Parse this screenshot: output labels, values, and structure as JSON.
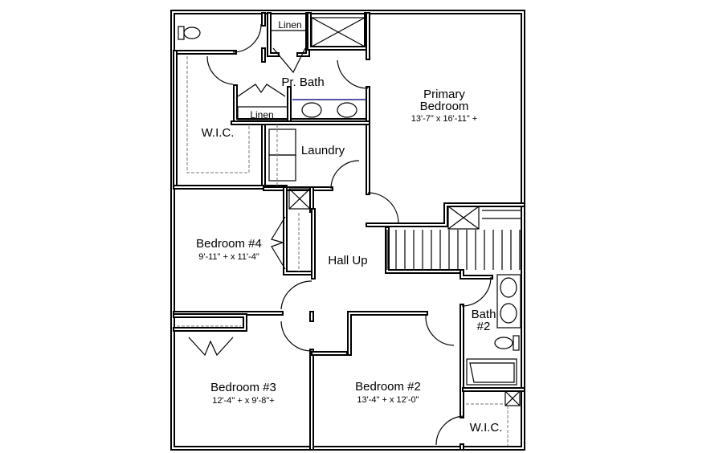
{
  "rooms": {
    "pr_bath": "Pr. Bath",
    "linen_top": "Linen",
    "linen_bottom": "Linen",
    "wic_primary": "W.I.C.",
    "laundry": "Laundry",
    "primary_bedroom": {
      "line1": "Primary",
      "line2": "Bedroom",
      "dims": "13'-7\" x 16'-11\" +"
    },
    "bedroom4": {
      "name": "Bedroom #4",
      "dims": "9'-11\" + x 11'-4\""
    },
    "hall": "Hall Up",
    "bath2": {
      "line1": "Bath",
      "line2": "#2"
    },
    "bedroom3": {
      "name": "Bedroom #3",
      "dims": "12'-4\" + x 9'-8\"+"
    },
    "bedroom2": {
      "name": "Bedroom #2",
      "dims": "13'-4\" + x 12'-0\""
    },
    "wic_bed2": "W.I.C."
  },
  "colors": {
    "walls": "#000000",
    "vanity_accent": "#1a1a8c"
  }
}
